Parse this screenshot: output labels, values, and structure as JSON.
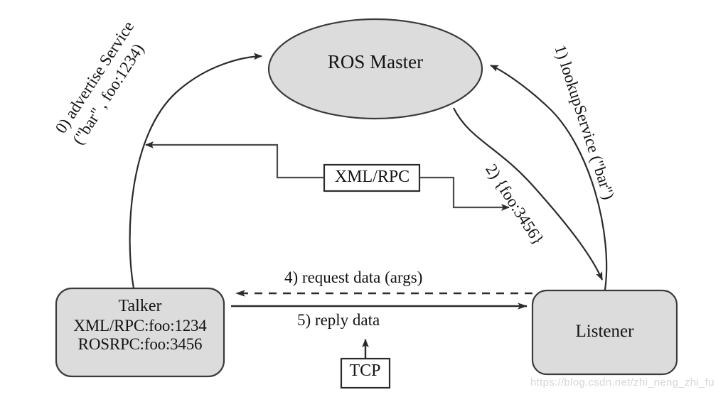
{
  "diagram": {
    "title": "ROS Master service registration and connection flow",
    "colors": {
      "node_fill": "#dcdcdc",
      "node_stroke": "#3b3b3b",
      "edge": "#3b3b3b",
      "text": "#141414",
      "watermark": "#d6d6d6",
      "background": "#ffffff"
    },
    "nodes": {
      "master": {
        "label": "ROS Master",
        "shape": "ellipse"
      },
      "talker": {
        "label_line1": "Talker",
        "label_line2": "XML/RPC:foo:1234",
        "label_line3": "ROSRPC:foo:3456",
        "shape": "rounded-rect"
      },
      "listener": {
        "label": "Listener",
        "shape": "rounded-rect"
      },
      "xmlrpc": {
        "label": "XML/RPC",
        "shape": "rect"
      },
      "tcp": {
        "label": "TCP",
        "shape": "rect"
      }
    },
    "edges": [
      {
        "id": "advertise",
        "label_line1": "0)  advertise Service",
        "label_line2": "(\"bar\" , foo:1234)",
        "from": "talker",
        "to": "master",
        "style": "solid-curve"
      },
      {
        "id": "lookup",
        "label": "1)  lookupService (\"bar\")",
        "from": "listener",
        "to": "master",
        "style": "solid-curve"
      },
      {
        "id": "foo-response",
        "label": "2)  {foo:3456}",
        "from": "master",
        "to": "listener",
        "style": "solid-curve"
      },
      {
        "id": "request-data",
        "label": "4)  request data (args)",
        "from": "listener",
        "to": "talker",
        "style": "dashed"
      },
      {
        "id": "reply-data",
        "label": "5)  reply data",
        "from": "talker",
        "to": "listener",
        "style": "solid"
      }
    ],
    "watermark": "https://blog.csdn.net/zhi_neng_zhi_fu"
  }
}
